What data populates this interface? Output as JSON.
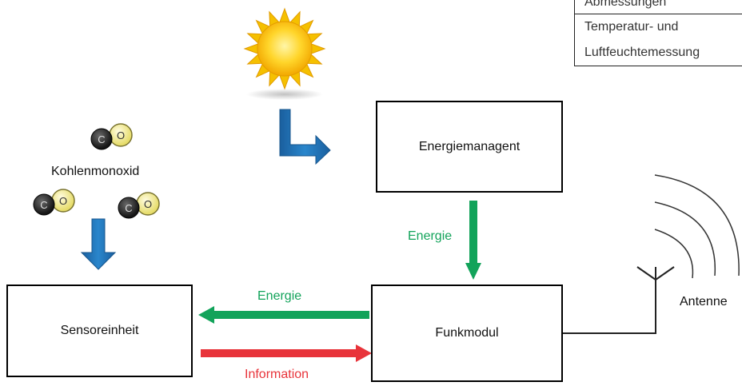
{
  "blocks": {
    "energiemanagement": "Energiemanagent",
    "sensoreinheit": "Sensoreinheit",
    "funkmodul": "Funkmodul"
  },
  "labels": {
    "kohlenmonoxid": "Kohlenmonoxid",
    "energie_vertical": "Energie",
    "energie_horizontal": "Energie",
    "information": "Information",
    "antenne": "Antenne"
  },
  "molecule": {
    "carbon": "C",
    "oxygen": "O"
  },
  "legend": {
    "row1": "Abmessungen",
    "row2_line1": "Temperatur- und",
    "row2_line2": "Luftfeuchtemessung"
  },
  "colors": {
    "energy_arrow": "#12a35a",
    "information_arrow": "#e8333a",
    "input_arrow": "#1f74b8",
    "sun": "#f6c21a"
  },
  "icons": [
    "sun-icon",
    "co-molecule-icon",
    "antenna-icon",
    "radio-waves-icon"
  ]
}
